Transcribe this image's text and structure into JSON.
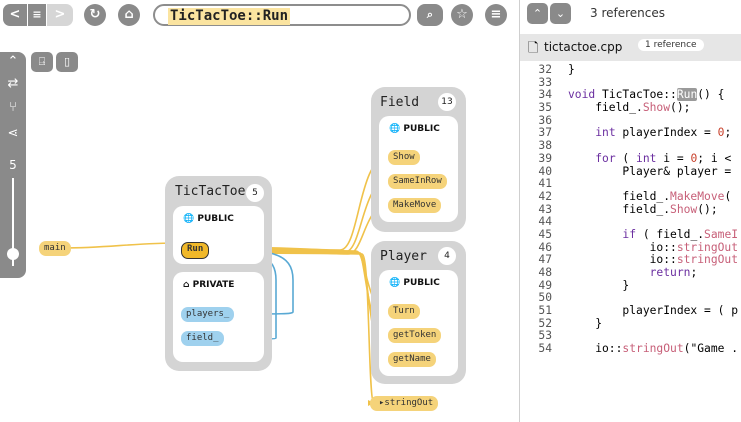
{
  "toolbar": {
    "back_label": "<",
    "history_label": "≡",
    "forward_label": ">",
    "refresh_label": "↻",
    "home_label": "⌂",
    "search_value": "TicTacToe::Run",
    "search_button": "🔍",
    "bookmark_label": "☆",
    "list_label": "≡"
  },
  "rail": {
    "zoom_value": "5"
  },
  "graph": {
    "field": {
      "title": "Field",
      "count": "13",
      "public": "PUBLIC",
      "members": [
        "Show",
        "SameInRow",
        "MakeMove"
      ]
    },
    "tictactoe": {
      "title": "TicTacToe",
      "count": "5",
      "public": "PUBLIC",
      "private": "PRIVATE",
      "public_members": [
        "Run"
      ],
      "private_members": [
        "players_",
        "field_"
      ]
    },
    "player": {
      "title": "Player",
      "count": "4",
      "public": "PUBLIC",
      "members": [
        "Turn",
        "getToken",
        "getName"
      ]
    },
    "main_label": "main",
    "stringout_label": "stringOut"
  },
  "code_pane": {
    "references": "3 references",
    "file_name": "tictactoe.cpp",
    "file_badge": "1 reference",
    "lines": [
      {
        "n": "32",
        "t": "}"
      },
      {
        "n": "33",
        "t": ""
      },
      {
        "n": "34",
        "t": "void TicTacToe::Run() {"
      },
      {
        "n": "35",
        "t": "    field_.Show();"
      },
      {
        "n": "36",
        "t": ""
      },
      {
        "n": "37",
        "t": "    int playerIndex = 0;"
      },
      {
        "n": "38",
        "t": ""
      },
      {
        "n": "39",
        "t": "    for ( int i = 0; i <"
      },
      {
        "n": "40",
        "t": "        Player& player ="
      },
      {
        "n": "41",
        "t": ""
      },
      {
        "n": "42",
        "t": "        field_.MakeMove("
      },
      {
        "n": "43",
        "t": "        field_.Show();"
      },
      {
        "n": "44",
        "t": ""
      },
      {
        "n": "45",
        "t": "        if ( field_.SameI"
      },
      {
        "n": "46",
        "t": "            io::stringOut"
      },
      {
        "n": "47",
        "t": "            io::stringOut"
      },
      {
        "n": "48",
        "t": "            return;"
      },
      {
        "n": "49",
        "t": "        }"
      },
      {
        "n": "50",
        "t": ""
      },
      {
        "n": "51",
        "t": "        playerIndex = ( p"
      },
      {
        "n": "52",
        "t": "    }"
      },
      {
        "n": "53",
        "t": ""
      },
      {
        "n": "54",
        "t": "    io::stringOut(\"Game ."
      }
    ]
  }
}
